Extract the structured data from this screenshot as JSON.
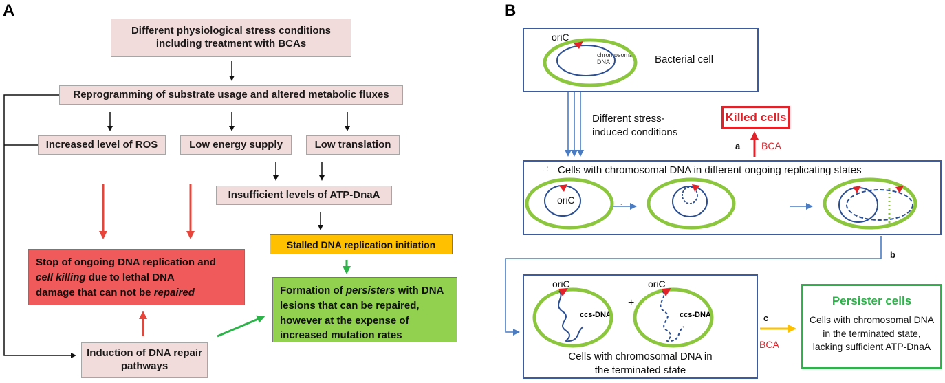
{
  "panelA": {
    "label": "A",
    "stress": [
      "Different  physiological stress conditions",
      "including treatment with BCAs"
    ],
    "reprogramming": "Reprogramming of substrate usage and altered metabolic fluxes",
    "ros": "Increased level of ROS",
    "energy": "Low energy supply",
    "translation": "Low translation",
    "atp": "Insufficient levels of ATP-DnaA",
    "stalled": "Stalled DNA replication initiation",
    "stop": {
      "l1": "Stop of ongoing DNA replication and",
      "l2_italic": "cell killing",
      "l2_rest": " due to lethal DNA",
      "l3_rest": "damage that can not be ",
      "l3_italic": "repaired"
    },
    "formation": {
      "l1_pre": "Formation of ",
      "l1_italic": "persisters",
      "l1_post": " with DNA",
      "l2": "lesions that can be repaired,",
      "l3": "however at the expense of",
      "l4": "increased mutation rates"
    },
    "repair": [
      "Induction of DNA repair",
      "pathways"
    ]
  },
  "panelB": {
    "label": "B",
    "oriC": "oriC",
    "chromosomal": [
      "chromosomal",
      "DNA"
    ],
    "bacterial_cell": "Bacterial cell",
    "stress_text": [
      "Different stress-",
      "induced conditions"
    ],
    "killed": "Killed cells",
    "bca": "BCA",
    "step_a": "a",
    "step_b": "b",
    "step_c": "c",
    "replicating_title": "Cells with chromosomal DNA in different ongoing replicating states",
    "dots": ". :",
    "ccs": "ccs-DNA",
    "plus": "+",
    "terminated": [
      "Cells with chromosomal DNA  in",
      "the terminated state"
    ],
    "persister_title": "Persister cells",
    "persister_desc": [
      "Cells with chromosomal DNA",
      "in the terminated state,",
      "lacking sufficient  ATP-DnaA"
    ]
  },
  "colors": {
    "arrow_red": "#e0222a",
    "arrow_green": "#2db34a",
    "arrow_orange": "#ffc000",
    "arrow_blue": "#4a7cc4",
    "cell_green": "#8cc63f",
    "dna_blue": "#2c4f91"
  }
}
